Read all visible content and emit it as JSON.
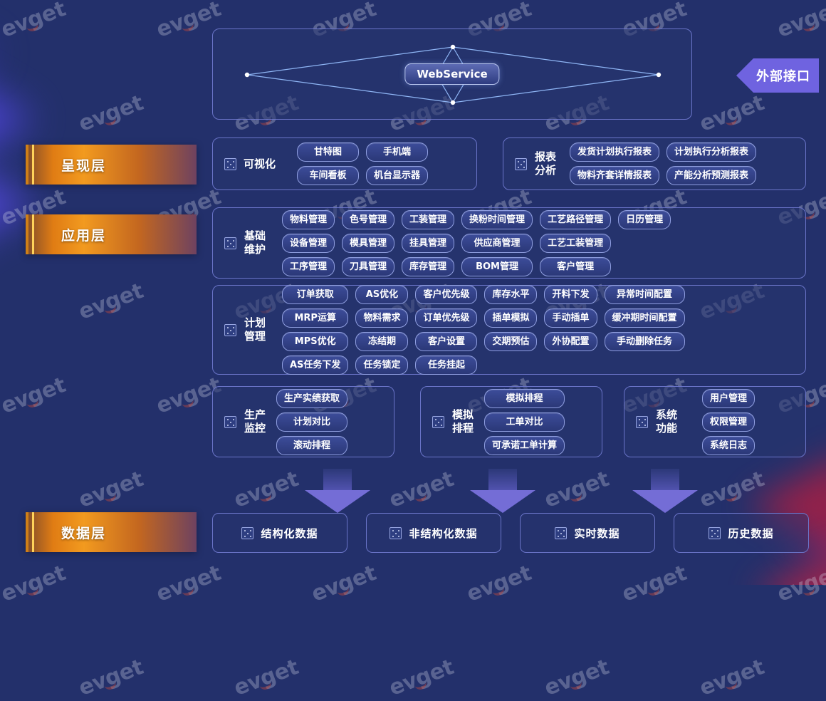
{
  "colors": {
    "background": "#23306b",
    "panel_border": "#6a74c8",
    "pill_border": "#8f9ee0",
    "layer_label_accent": "#f29a1f",
    "ext_tag": "#6f63e0",
    "arrow": "#7d74e2"
  },
  "watermark": {
    "text": "evget"
  },
  "top": {
    "webservice_label": "WebService",
    "external_interface_label": "外部接口"
  },
  "layers": [
    {
      "name": "presentation",
      "label": "呈现层"
    },
    {
      "name": "application",
      "label": "应用层"
    },
    {
      "name": "data",
      "label": "数据层"
    }
  ],
  "sections": {
    "visualization": {
      "title": "可视化",
      "items": [
        "甘特图",
        "手机端",
        "车间看板",
        "机台显示器"
      ]
    },
    "report_analysis": {
      "title": "报表\n分析",
      "items": [
        "发货计划执行报表",
        "计划执行分析报表",
        "物料齐套详情报表",
        "产能分析预测报表"
      ]
    },
    "basic_maintenance": {
      "title": "基础\n维护",
      "columns": [
        [
          "物料管理",
          "设备管理",
          "工序管理"
        ],
        [
          "色号管理",
          "模具管理",
          "刀具管理"
        ],
        [
          "工装管理",
          "挂具管理",
          "库存管理"
        ],
        [
          "换粉时间管理",
          "供应商管理",
          "BOM管理"
        ],
        [
          "工艺路径管理",
          "工艺工装管理",
          "客户管理"
        ],
        [
          "日历管理"
        ]
      ]
    },
    "plan_management": {
      "title": "计划\n管理",
      "columns": [
        [
          "订单获取",
          "MRP运算",
          "MPS优化",
          "AS任务下发"
        ],
        [
          "AS优化",
          "物料需求",
          "冻结期",
          "任务锁定"
        ],
        [
          "客户优先级",
          "订单优先级",
          "客户设置",
          "任务挂起"
        ],
        [
          "库存水平",
          "插单模拟",
          "交期预估"
        ],
        [
          "开料下发",
          "手动插单",
          "外协配置"
        ],
        [
          "异常时间配置",
          "缓冲期时间配置",
          "手动删除任务"
        ]
      ]
    },
    "production_monitor": {
      "title": "生产\n监控",
      "items": [
        "生产实绩获取",
        "计划对比",
        "滚动排程"
      ]
    },
    "simulation_scheduling": {
      "title": "模拟\n排程",
      "items": [
        "模拟排程",
        "工单对比",
        "可承诺工单计算"
      ]
    },
    "system_functions": {
      "title": "系统\n功能",
      "items": [
        "用户管理",
        "权限管理",
        "系统日志"
      ]
    }
  },
  "data_layer": {
    "boxes": [
      "结构化数据",
      "非结构化数据",
      "实时数据",
      "历史数据"
    ]
  }
}
